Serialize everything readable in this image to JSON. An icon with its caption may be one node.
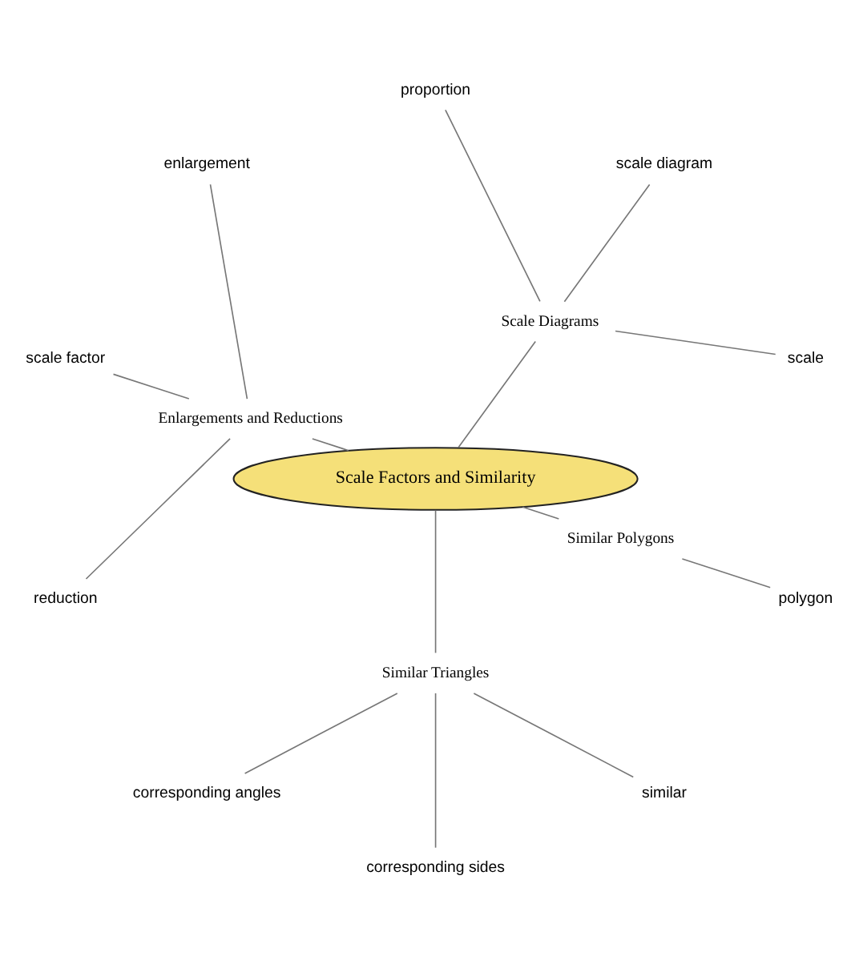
{
  "diagram": {
    "nodes": [
      {
        "text": [
          "scale"
        ]
      },
      {
        "text": [
          "enlargement"
        ]
      },
      {
        "text": [
          "scale diagram"
        ]
      },
      {
        "text": [
          "scale factor"
        ]
      },
      {
        "text": [
          "proportion"
        ]
      },
      {
        "text": [
          "reduction"
        ]
      },
      {
        "text": [
          "Scale Diagrams"
        ]
      },
      {
        "text": [
          "Enlargements and Reductions"
        ]
      },
      {
        "text": [
          "Scale Factors and Similarity"
        ]
      },
      {
        "text": [
          "corresponding angles"
        ]
      },
      {
        "text": [
          "corresponding sides"
        ]
      },
      {
        "text": [
          "Similar Triangles"
        ]
      },
      {
        "text": [
          "Similar Polygons"
        ]
      },
      {
        "text": [
          "similar"
        ]
      },
      {
        "text": [
          "polygon"
        ]
      }
    ],
    "edges": [
      {
        "from": 8,
        "to": 6,
        "arrow": "none"
      },
      {
        "from": 6,
        "to": 0,
        "arrow": "none"
      },
      {
        "from": 6,
        "to": 2,
        "arrow": "none"
      },
      {
        "from": 6,
        "to": 4,
        "arrow": "none"
      },
      {
        "from": 8,
        "to": 7,
        "arrow": "none"
      },
      {
        "from": 7,
        "to": 1,
        "arrow": "none"
      },
      {
        "from": 7,
        "to": 3,
        "arrow": "none"
      },
      {
        "from": 7,
        "to": 5,
        "arrow": "none"
      },
      {
        "from": 8,
        "to": 11,
        "arrow": "none"
      },
      {
        "from": 11,
        "to": 9,
        "arrow": "none"
      },
      {
        "from": 11,
        "to": 10,
        "arrow": "none"
      },
      {
        "from": 11,
        "to": 13,
        "arrow": "none"
      },
      {
        "from": 8,
        "to": 12,
        "arrow": "none"
      },
      {
        "from": 12,
        "to": 14,
        "arrow": "none"
      }
    ]
  }
}
